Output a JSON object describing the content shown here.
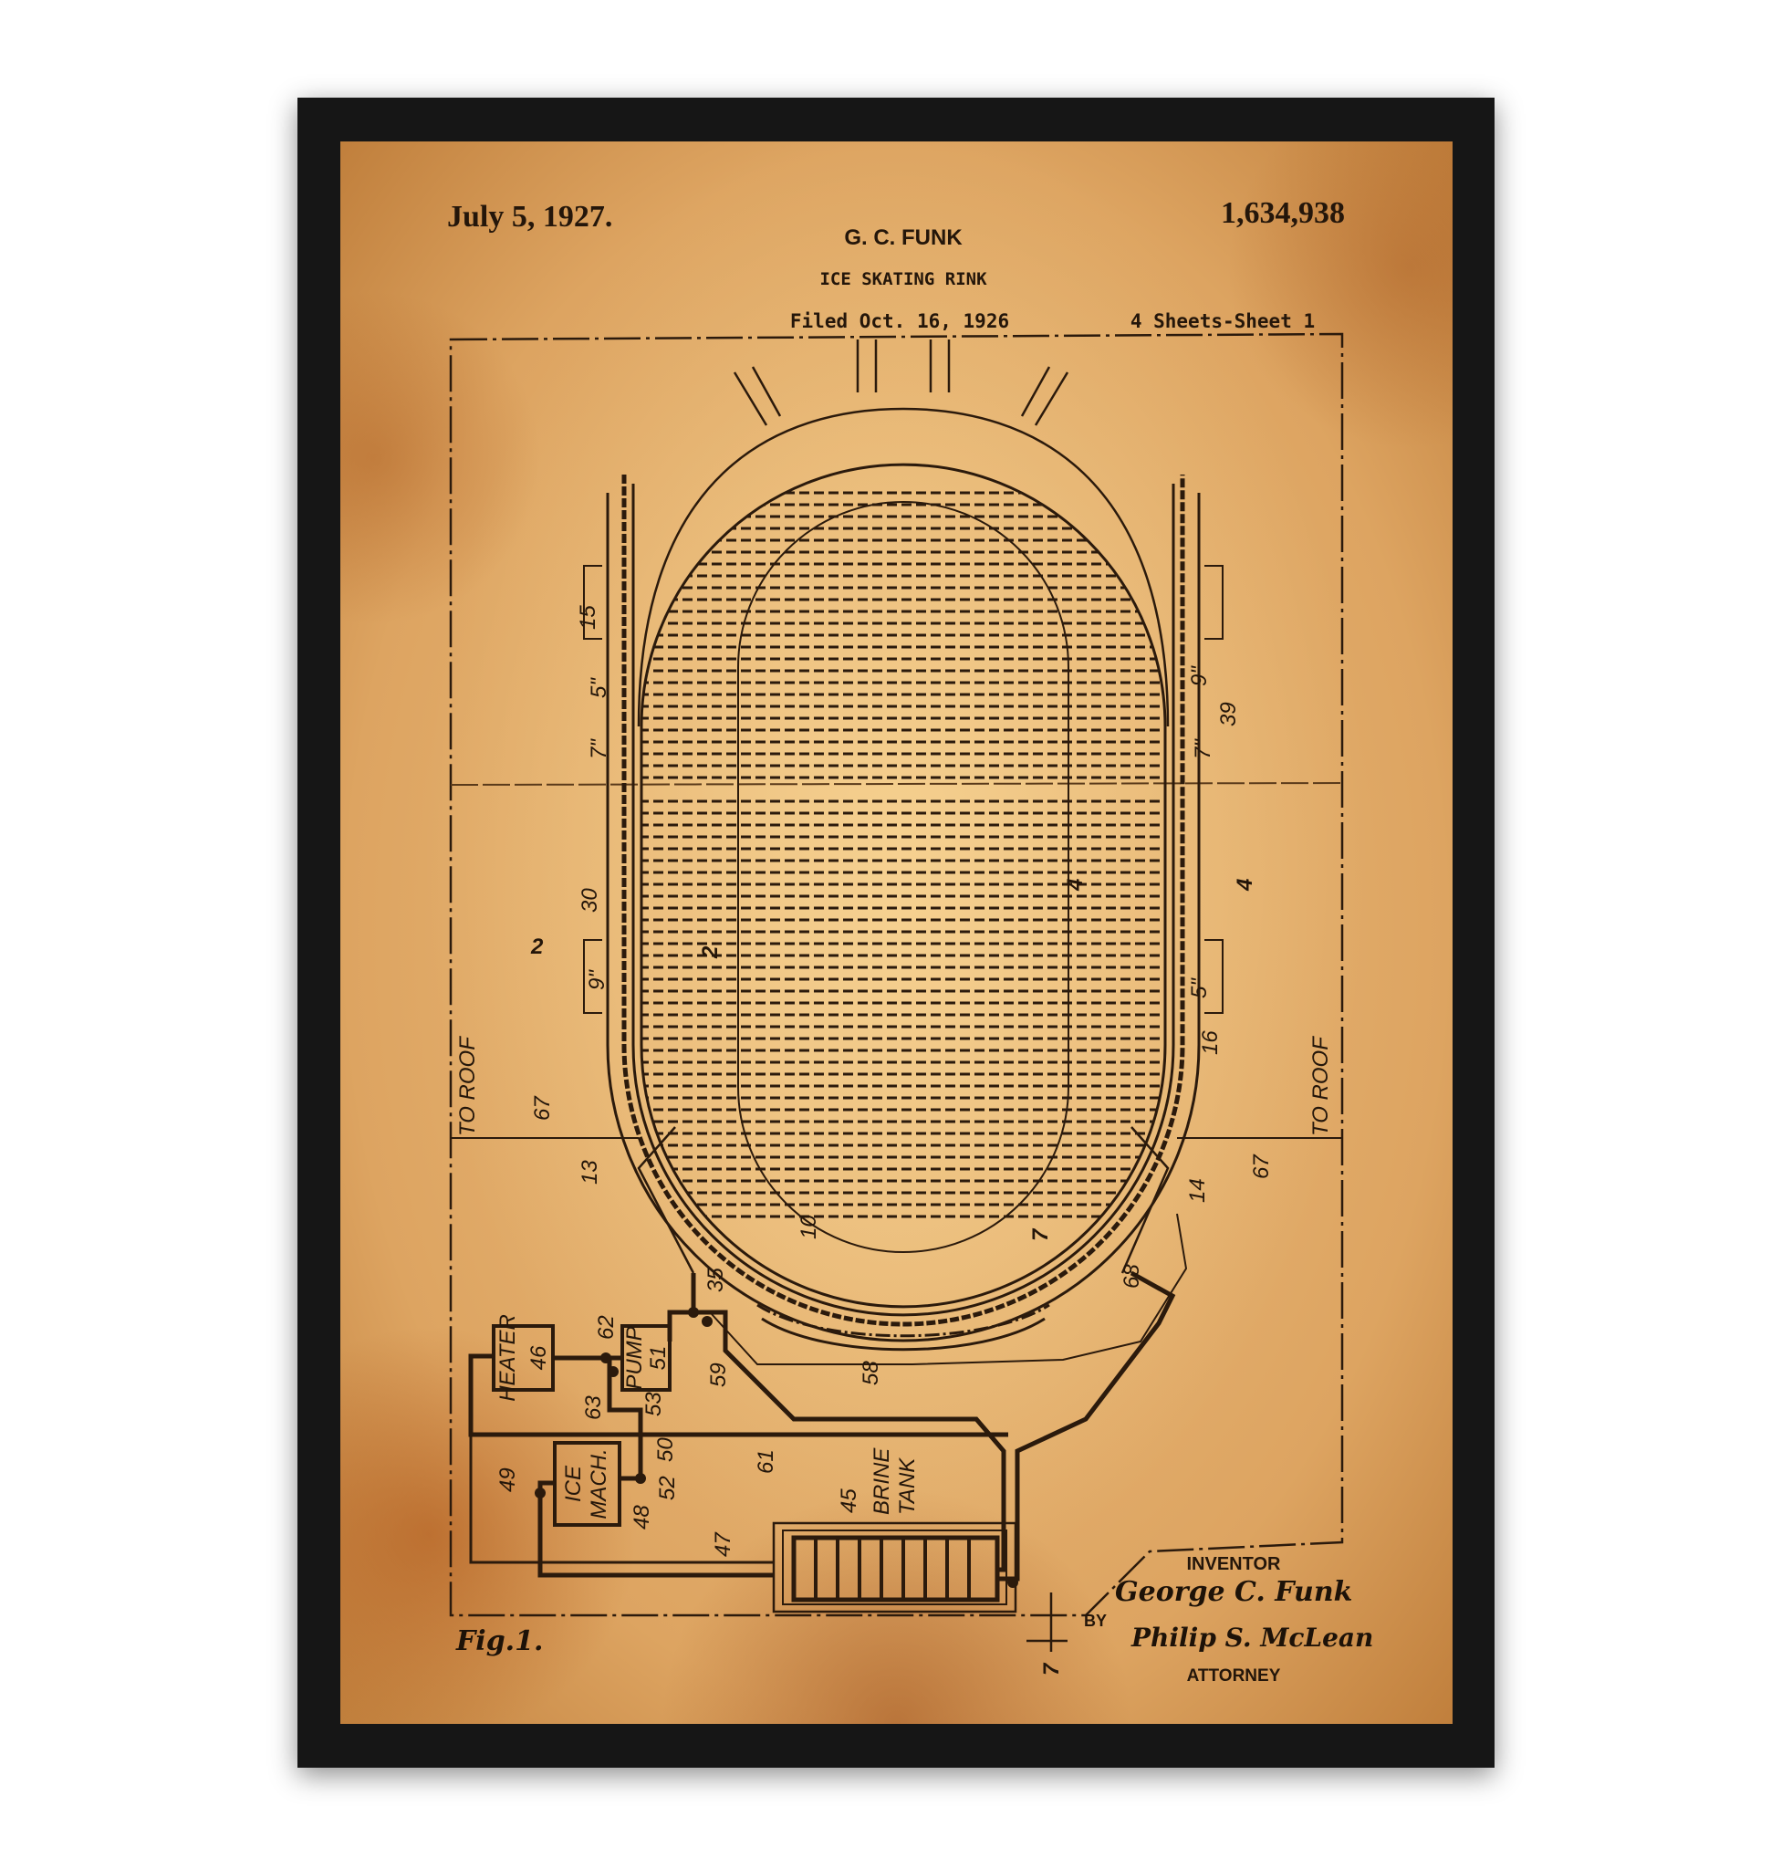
{
  "header": {
    "date": "July 5, 1927.",
    "patent_number": "1,634,938",
    "inventor_name": "G. C. FUNK",
    "title": "ICE SKATING RINK",
    "filed": "Filed Oct. 16, 1926",
    "sheets": "4 Sheets-Sheet 1"
  },
  "labels": [
    "15",
    "5\"",
    "7\"",
    "30",
    "2",
    "2",
    "9\"",
    "TO ROOF",
    "67",
    "13",
    "10",
    "39",
    "9\"",
    "7\"",
    "4",
    "4",
    "5\"",
    "16",
    "TO ROOF",
    "67",
    "14",
    "7",
    "68",
    "35",
    "62",
    "59",
    "58",
    "63",
    "53",
    "50",
    "52",
    "48",
    "49",
    "61",
    "45",
    "BRINE",
    "TANK",
    "47",
    "7"
  ],
  "equipment": {
    "heater": "HEATER",
    "heater_num": "46",
    "pump": "PUMP",
    "pump_num": "51",
    "ice_mach_1": "ICE",
    "ice_mach_2": "MACH."
  },
  "footer": {
    "figure": "Fig.1.",
    "inventor_label": "INVENTOR",
    "inventor_signature": "George C. Funk",
    "by": "BY",
    "attorney_signature": "Philip S. McLean",
    "attorney_label": "ATTORNEY"
  }
}
